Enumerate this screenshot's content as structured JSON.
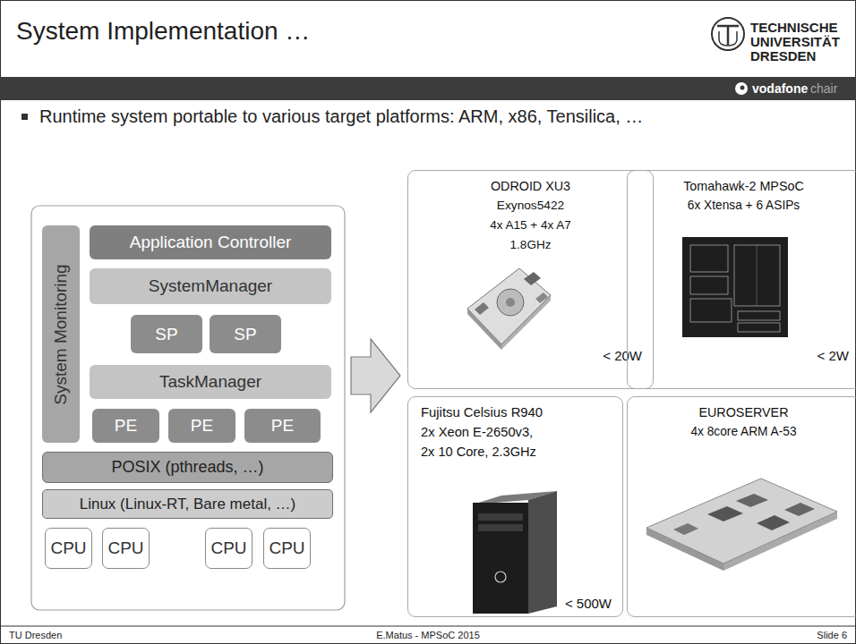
{
  "diagram": {
    "title": "System Implementation …",
    "nodes": [
      {
        "text": [
          "System Monitoring"
        ]
      },
      {
        "text": [
          "Application Controller"
        ]
      },
      {
        "text": [
          "SystemManager"
        ]
      },
      {
        "text": [
          "SP"
        ]
      },
      {
        "text": [
          "SP"
        ]
      },
      {
        "text": [
          "TaskManager"
        ]
      },
      {
        "text": [
          "PE"
        ]
      },
      {
        "text": [
          "PE"
        ]
      },
      {
        "text": [
          "PE"
        ]
      },
      {
        "text": [
          "POSIX (pthreads, …)"
        ]
      },
      {
        "text": [
          "Linux (Linux-RT, Bare metal, …)"
        ]
      },
      {
        "text": [
          "CPU"
        ]
      },
      {
        "text": [
          "CPU"
        ]
      },
      {
        "text": [
          "CPU"
        ]
      },
      {
        "text": [
          "CPU"
        ]
      },
      {
        "text": [
          "ODROID XU3",
          "Exynos5422",
          "4x A15 + 4x A7",
          "1.8GHz",
          "< 20W"
        ]
      },
      {
        "text": [
          "Tomahawk-2 MPSoC",
          "6x Xtensa + 6 ASIPs",
          "< 2W"
        ]
      },
      {
        "text": [
          "Fujitsu Celsius R940",
          "2x Xeon E-2650v3,",
          "2x 10 Core, 2.3GHz",
          "< 500W"
        ]
      },
      {
        "text": [
          "EUROSERVER",
          "4x 8core ARM A-53"
        ]
      }
    ],
    "labels": [
      "TECHNISCHE",
      "UNIVERSITÄT",
      "DRESDEN",
      "vodafone",
      "chair",
      "Runtime system portable to various target platforms: ARM, x86, Tensilica, …",
      "TU Dresden",
      "E.Matus - MPSoC 2015",
      "Slide 6"
    ]
  }
}
